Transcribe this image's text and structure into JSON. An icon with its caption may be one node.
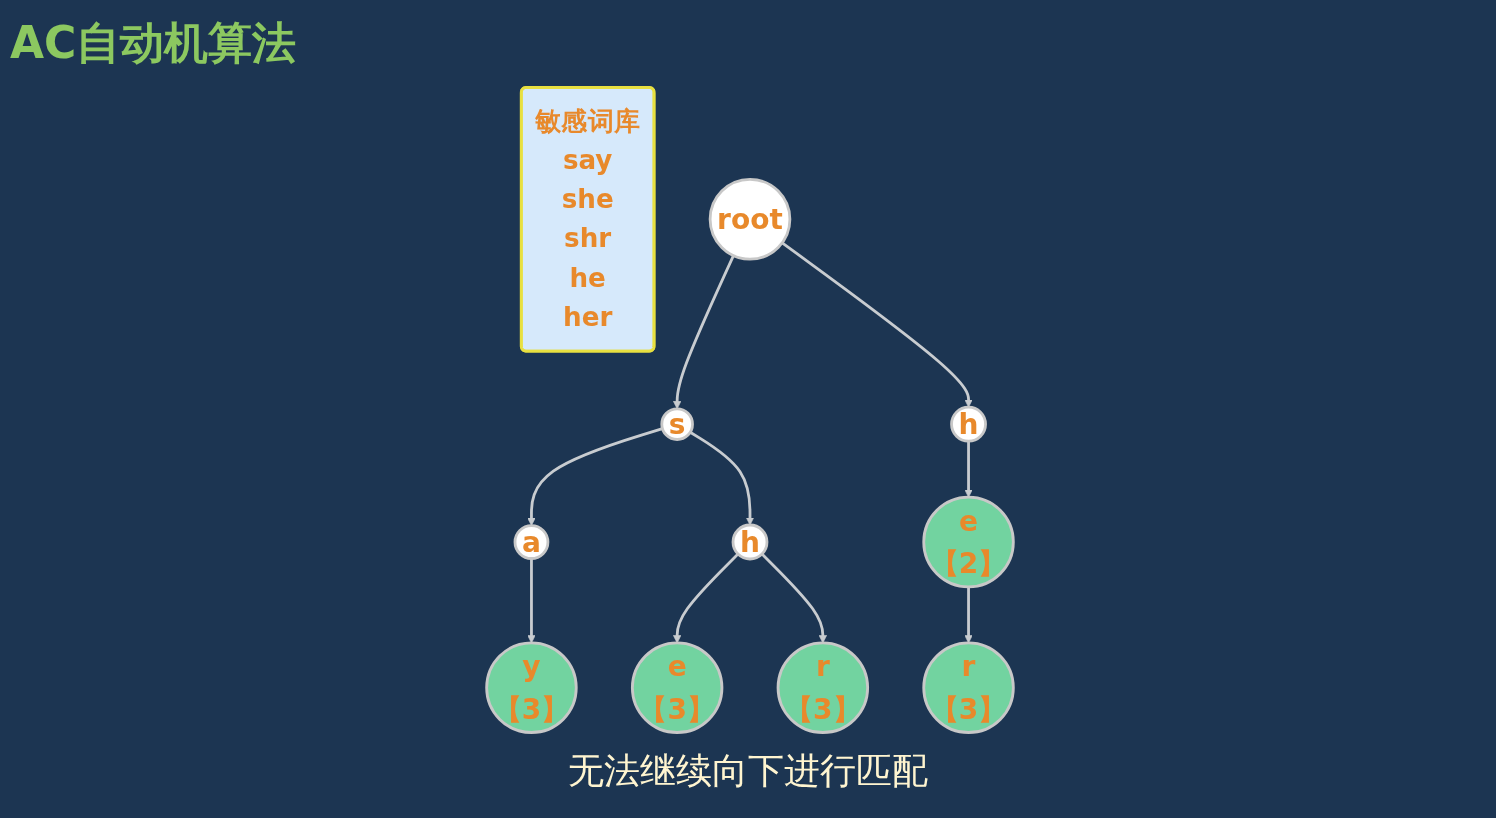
{
  "diagram": {
    "title": "AC自动机算法",
    "caption": "无法继续向下进行匹配",
    "nodes": [
      {
        "text": [
          "敏感词库",
          "say",
          "she",
          "shr",
          "he",
          "her"
        ]
      },
      {
        "text": [
          "root"
        ]
      },
      {
        "text": [
          "s"
        ]
      },
      {
        "text": [
          "h"
        ]
      },
      {
        "text": [
          "a"
        ]
      },
      {
        "text": [
          "h"
        ]
      },
      {
        "text": [
          "e",
          "【2】"
        ]
      },
      {
        "text": [
          "y",
          "【3】"
        ]
      },
      {
        "text": [
          "e",
          "【3】"
        ]
      },
      {
        "text": [
          "r",
          "【3】"
        ]
      },
      {
        "text": [
          "r",
          "【3】"
        ]
      }
    ],
    "edges": [
      {
        "from": 1,
        "to": 2,
        "arrow": "to"
      },
      {
        "from": 1,
        "to": 3,
        "arrow": "to"
      },
      {
        "from": 2,
        "to": 4,
        "arrow": "to"
      },
      {
        "from": 2,
        "to": 5,
        "arrow": "to"
      },
      {
        "from": 3,
        "to": 6,
        "arrow": "to"
      },
      {
        "from": 4,
        "to": 7,
        "arrow": "to"
      },
      {
        "from": 5,
        "to": 8,
        "arrow": "to"
      },
      {
        "from": 5,
        "to": 9,
        "arrow": "to"
      },
      {
        "from": 6,
        "to": 10,
        "arrow": "to"
      }
    ]
  }
}
